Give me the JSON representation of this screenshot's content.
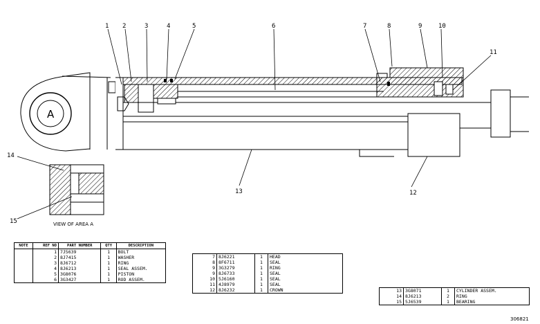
{
  "callouts": [
    "1",
    "2",
    "3",
    "4",
    "5",
    "6",
    "7",
    "8",
    "9",
    "10",
    "11",
    "12",
    "13",
    "14",
    "15"
  ],
  "center_label": "A",
  "view_label": "VIEW OF AREA A",
  "drawing_number": "306821",
  "table1": {
    "headers": {
      "note": "NOTE",
      "ref": "REF NO",
      "part": "PART NUMBER",
      "qty": "QTY",
      "desc": "DESCRIPTION"
    },
    "rows": [
      {
        "ref": "1",
        "part": "7J5639",
        "qty": "1",
        "desc": "BOLT"
      },
      {
        "ref": "2",
        "part": "8J7415",
        "qty": "1",
        "desc": "WASHER"
      },
      {
        "ref": "3",
        "part": "8J6712",
        "qty": "1",
        "desc": "RING"
      },
      {
        "ref": "4",
        "part": "8J6213",
        "qty": "1",
        "desc": "SEAL ASSEM."
      },
      {
        "ref": "5",
        "part": "3G8076",
        "qty": "1",
        "desc": "PISTON"
      },
      {
        "ref": "6",
        "part": "3G3427",
        "qty": "1",
        "desc": "ROD ASSEM."
      }
    ]
  },
  "table2": {
    "rows": [
      {
        "ref": "7",
        "part": "8J6221",
        "qty": "1",
        "desc": "HEAD"
      },
      {
        "ref": "8",
        "part": "8F6711",
        "qty": "1",
        "desc": "SEAL"
      },
      {
        "ref": "9",
        "part": "3G3279",
        "qty": "1",
        "desc": "RING"
      },
      {
        "ref": "9",
        "part": "8J6733",
        "qty": "1",
        "desc": "SEAL"
      },
      {
        "ref": "10",
        "part": "5J6160",
        "qty": "1",
        "desc": "SEAL"
      },
      {
        "ref": "11",
        "part": "4J8979",
        "qty": "1",
        "desc": "SEAL"
      },
      {
        "ref": "12",
        "part": "8J6232",
        "qty": "1",
        "desc": "CROWN"
      }
    ]
  },
  "table3": {
    "rows": [
      {
        "ref": "13",
        "part": "3G8071",
        "qty": "1",
        "desc": "CYLINDER ASSEM.",
        "indent": false
      },
      {
        "ref": "14",
        "part": "8J6213",
        "qty": "2",
        "desc": "RING",
        "indent": true
      },
      {
        "ref": "15",
        "part": "5J6539",
        "qty": "1",
        "desc": "BEARING",
        "indent": true
      }
    ]
  }
}
